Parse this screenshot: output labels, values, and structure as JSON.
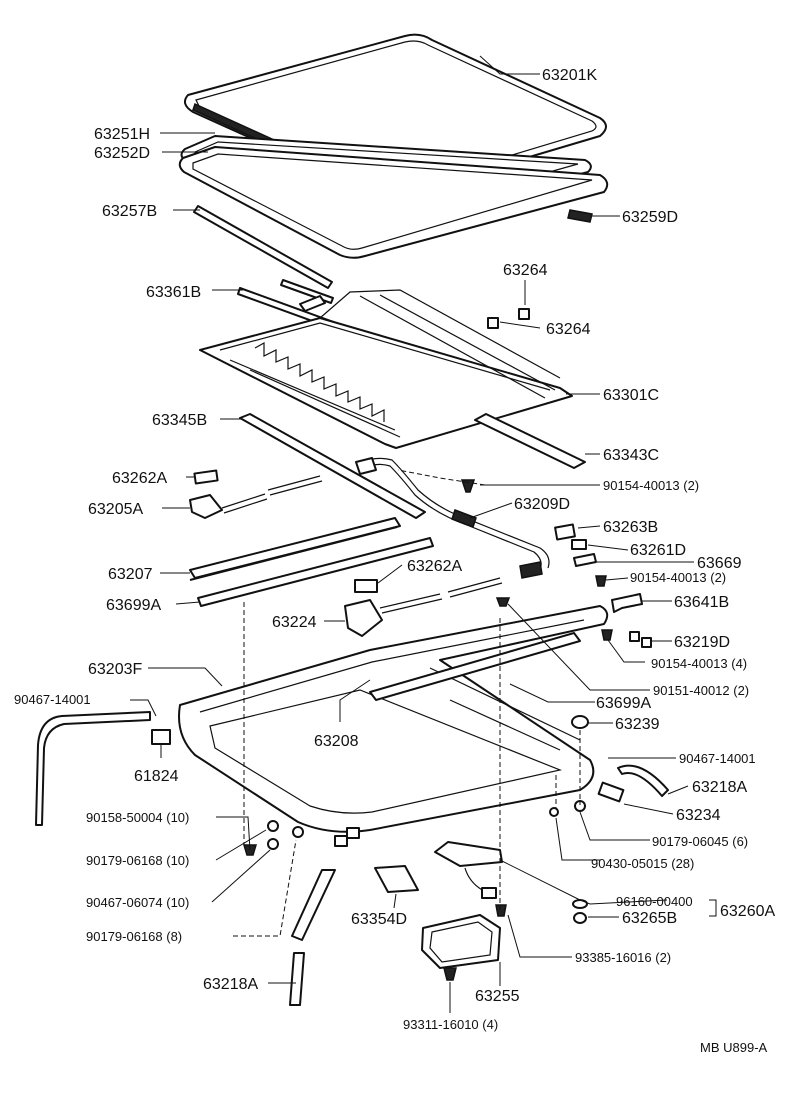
{
  "parts": {
    "p63201K": "63201K",
    "p63251H": "63251H",
    "p63252D": "63252D",
    "p63257B": "63257B",
    "p63259D": "63259D",
    "p63264a": "63264",
    "p63264b": "63264",
    "p63361B": "63361B",
    "p63301C": "63301C",
    "p63345B": "63345B",
    "p63343C": "63343C",
    "p63262A_a": "63262A",
    "p90154_40013_a": "90154-40013 (2)",
    "p63205A": "63205A",
    "p63209D": "63209D",
    "p63263B": "63263B",
    "p63261D": "63261D",
    "p63669": "63669",
    "p63207": "63207",
    "p63262A_b": "63262A",
    "p90154_40013_b": "90154-40013 (2)",
    "p63699A_a": "63699A",
    "p63641B": "63641B",
    "p63224": "63224",
    "p63219D": "63219D",
    "p90154_40013_c": "90154-40013 (4)",
    "p63203F": "63203F",
    "p90151_40012": "90151-40012 (2)",
    "p90467_14001_a": "90467-14001",
    "p63699A_b": "63699A",
    "p63239": "63239",
    "p63208": "63208",
    "p61824": "61824",
    "p90467_14001_b": "90467-14001",
    "p63218A_a": "63218A",
    "p63234": "63234",
    "p90158_50004": "90158-50004 (10)",
    "p90179_06045": "90179-06045 (6)",
    "p90179_06168_a": "90179-06168 (10)",
    "p90430_05015": "90430-05015 (28)",
    "p90467_06074": "90467-06074 (10)",
    "p96160_00400": "96160-00400",
    "p63260A": "63260A",
    "p63265B": "63265B",
    "p63354D": "63354D",
    "p90179_06168_b": "90179-06168 (8)",
    "p93385_16016": "93385-16016 (2)",
    "p63218A_b": "63218A",
    "p63255": "63255",
    "p93311_16010": "93311-16010 (4)"
  },
  "footer": {
    "code": "MB  U899-A"
  }
}
